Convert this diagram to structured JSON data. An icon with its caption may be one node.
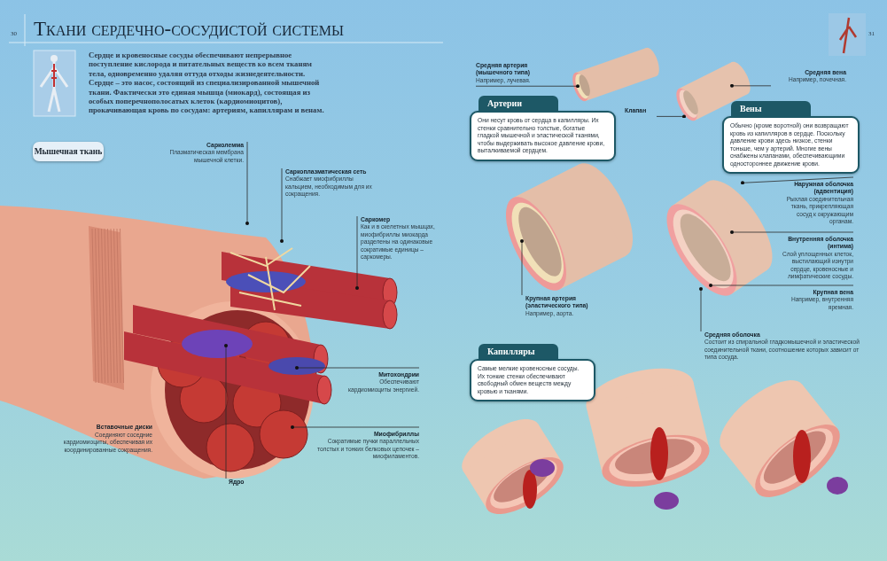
{
  "diagram": {
    "title": "Ткани сердечно-сосудистой системы",
    "nodes": [
      {
        "text": [
          "Мышечная ткань"
        ]
      },
      {
        "text": [
          "Сарколемма",
          "Плазматическая мембрана мышечной клетки."
        ]
      },
      {
        "text": [
          "Саркоплазматическая сеть",
          "Снабжает миофибриллы кальцием, необходимым для их сокращения."
        ]
      },
      {
        "text": [
          "Саркомер",
          "Как и в скелетных мышцах, миофибриллы миокарда разделены на одинаковые сократимые единицы – саркомеры."
        ]
      },
      {
        "text": [
          "Митохондрии",
          "Обеспечивают кардиомиоциты энергией."
        ]
      },
      {
        "text": [
          "Миофибриллы",
          "Сократимые пучки параллельных толстых и тонких белковых цепочек – миофиламентов."
        ]
      },
      {
        "text": [
          "Ядро"
        ]
      },
      {
        "text": [
          "Средняя артерия (мышечного типа)",
          "Например, лучевая."
        ]
      },
      {
        "text": [
          "Артерии",
          "Они несут кровь от сердца в капилляры. Их стенки сравнительно толстые, богатые гладкой мышечной и эластической тканями, чтобы выдерживать высокое давление крови, выталкиваемой сердцем."
        ]
      },
      {
        "text": [
          "Клапан"
        ]
      },
      {
        "text": [
          "Средняя вена",
          "Например, почечная."
        ]
      },
      {
        "text": [
          "Вены",
          "Обычно (кроме воротной) они возвращают кровь из капилляров в сердце. Поскольку давление крови здесь низкое, стенки тоньше, чем у артерий. Многие вены снабжены клапанами, обеспечивающими одностороннее движение крови."
        ]
      },
      {
        "text": [
          "Наружная оболочка (адвентиция)",
          "Рыхлая соединительная ткань, прикрепляющая сосуд к окружающим органам."
        ]
      },
      {
        "text": [
          "Внутренняя оболочка (интима)",
          "Слой уплощенных клеток, выстилающий изнутри сердце, кровеносные и лимфатические сосуды."
        ]
      },
      {
        "text": [
          "Крупная вена",
          "Например, внутренняя яремная."
        ]
      },
      {
        "text": [
          "Средняя оболочка",
          "Состоит из спиральной гладкомышечной и эластической соединительной ткани, соотношение которых зависит от типа сосуда."
        ]
      },
      {
        "text": [
          "Крупная артерия (эластического типа)",
          "Например, аорта."
        ]
      },
      {
        "text": [
          "Капилляры",
          "Самые мелкие кровеносные сосуды. Их тонкие стенки обеспечивают свободный обмен веществ между кровью и тканями."
        ]
      },
      {
        "text": [],
        "shape": "picture"
      },
      {
        "text": [],
        "shape": "picture"
      },
      {
        "text": [],
        "shape": "picture"
      },
      {
        "text": [],
        "shape": "picture"
      },
      {
        "text": [],
        "shape": "picture"
      }
    ],
    "edges": [
      {
        "from": 1,
        "to": 18,
        "arrow": "other"
      },
      {
        "from": 2,
        "to": 18,
        "arrow": "other"
      },
      {
        "from": 3,
        "to": 18,
        "arrow": "other"
      },
      {
        "from": 4,
        "to": 18,
        "arrow": "other"
      },
      {
        "from": 5,
        "to": 18,
        "arrow": "other"
      },
      {
        "from": 6,
        "to": 18,
        "arrow": "other"
      },
      {
        "from": 7,
        "to": 19,
        "arrow": "other"
      },
      {
        "from": 9,
        "to": 20,
        "arrow": "other"
      },
      {
        "from": 10,
        "to": 20,
        "arrow": "other"
      },
      {
        "from": 12,
        "to": 22,
        "arrow": "other"
      },
      {
        "from": 13,
        "to": 22,
        "arrow": "other"
      },
      {
        "from": 14,
        "to": 22,
        "arrow": "other"
      },
      {
        "from": 15,
        "to": 22,
        "arrow": "other"
      },
      {
        "from": 16,
        "to": 21,
        "arrow": "other"
      }
    ],
    "labels": [
      "30",
      "Сердце и кровеносные сосуды обеспечивают непрерывное поступление кислорода и питательных веществ ко всем тканям тела, одновременно удаляя оттуда отходы жизнедеятельности. Сердце – это насос, состоящий из специализированной мышечной ткани. Фактически это единая мышца (миокард), состоящая из особых поперечнополосатых клеток (кардиомиоцитов), прокачивающая кровь по сосудам: артериям, капиллярам и венам.",
      "Вставочные диски",
      "Соединяют соседние кардиомиоциты, обеспечивая их координированные сокращения.",
      "31"
    ]
  }
}
